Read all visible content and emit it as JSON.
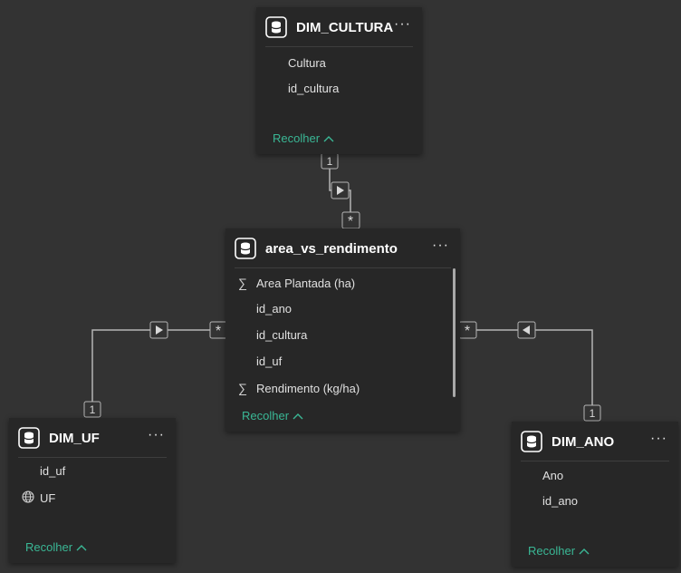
{
  "tables": {
    "dim_cultura": {
      "title": "DIM_CULTURA",
      "fields": [
        "Cultura",
        "id_cultura"
      ],
      "collapse_label": "Recolher"
    },
    "area_vs_rendimento": {
      "title": "area_vs_rendimento",
      "fields": [
        "Area Plantada (ha)",
        "id_ano",
        "id_cultura",
        "id_uf",
        "Rendimento (kg/ha)"
      ],
      "field_icons": [
        "sum-icon",
        "",
        "",
        "",
        "sum-icon"
      ],
      "collapse_label": "Recolher"
    },
    "dim_uf": {
      "title": "DIM_UF",
      "fields": [
        "id_uf",
        "UF"
      ],
      "field_icons": [
        "",
        "globe-icon"
      ],
      "collapse_label": "Recolher"
    },
    "dim_ano": {
      "title": "DIM_ANO",
      "fields": [
        "Ano",
        "id_ano"
      ],
      "collapse_label": "Recolher"
    }
  },
  "relationships": [
    {
      "from": "DIM_CULTURA",
      "to": "area_vs_rendimento",
      "one_side": "1",
      "many_side": "*"
    },
    {
      "from": "DIM_UF",
      "to": "area_vs_rendimento",
      "one_side": "1",
      "many_side": "*"
    },
    {
      "from": "DIM_ANO",
      "to": "area_vs_rendimento",
      "one_side": "1",
      "many_side": "*"
    }
  ],
  "more_label": "···",
  "colors": {
    "canvas": "#333333",
    "card": "#272727",
    "accent": "#3ab795",
    "connector": "#b4b4b4"
  }
}
